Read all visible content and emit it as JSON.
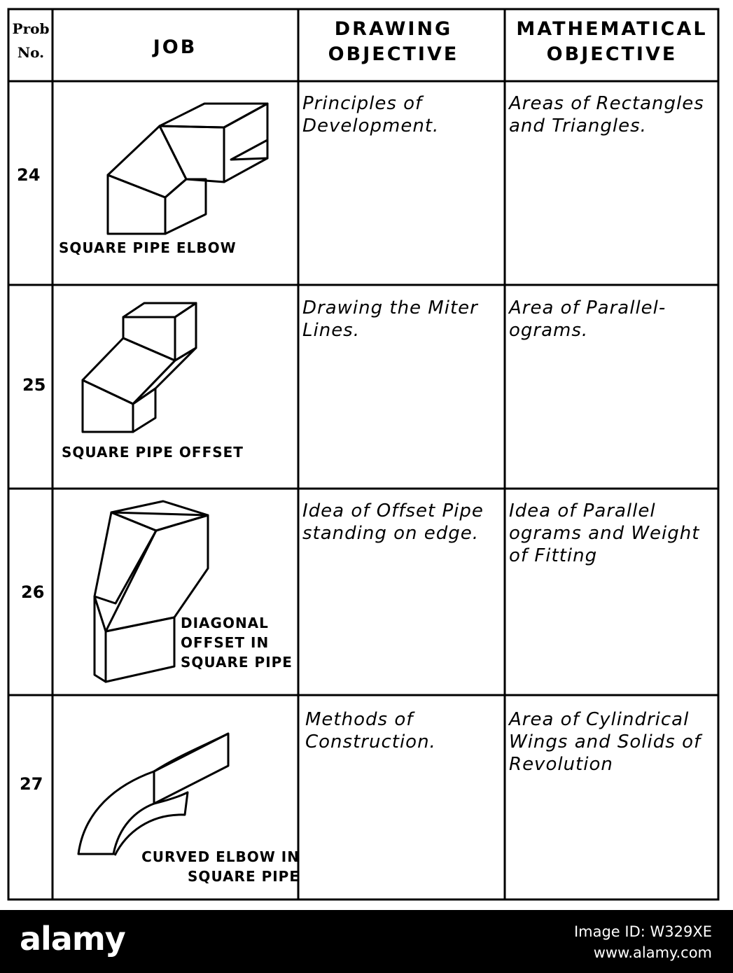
{
  "headers": {
    "prob_no": "Prob No.",
    "job": "JOB",
    "drawing_objective": "DRAWING OBJECTIVE",
    "mathematical_objective": "MATHEMATICAL OBJECTIVE"
  },
  "rows": [
    {
      "number": "24",
      "caption": "SQUARE PIPE ELBOW",
      "drawing_objective": "Principles of Development.",
      "mathematical_objective": "Areas of Rectangles and Triangles.",
      "icon": "square-pipe-elbow-drawing"
    },
    {
      "number": "25",
      "caption": "SQUARE PIPE OFFSET",
      "drawing_objective": "Drawing the Miter Lines.",
      "mathematical_objective": "Area of Parallel-ograms.",
      "icon": "square-pipe-offset-drawing"
    },
    {
      "number": "26",
      "caption": "DIAGONAL OFFSET IN SQUARE PIPE",
      "drawing_objective": "Idea of Offset Pipe standing on edge.",
      "mathematical_objective": "Idea of Parallel ograms and Weight of Fitting",
      "icon": "diagonal-offset-drawing"
    },
    {
      "number": "27",
      "caption": "CURVED ELBOW IN SQUARE PIPE",
      "drawing_objective": "Methods of Construction.",
      "mathematical_objective": "Area of Cylindrical Wings and Solids of Revolution",
      "icon": "curved-elbow-drawing"
    }
  ],
  "stock": {
    "logo": "alamy",
    "image_id_label": "Image ID: W329XE",
    "site": "www.alamy.com"
  }
}
